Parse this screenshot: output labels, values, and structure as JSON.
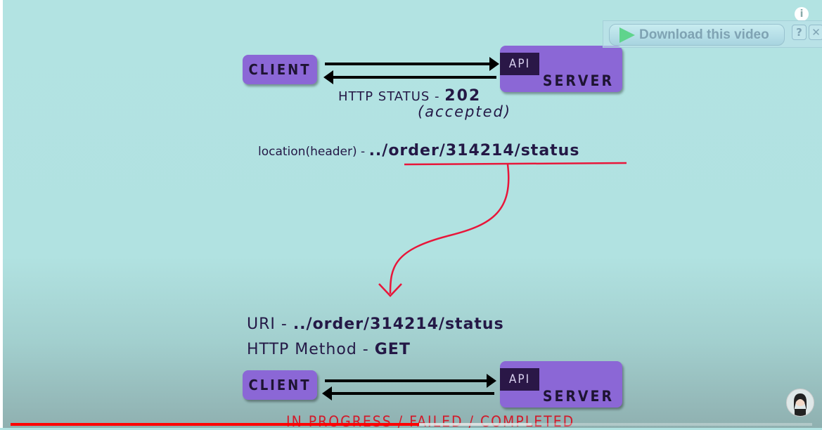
{
  "diagram_top": {
    "client_label": "CLIENT",
    "api_label": "API",
    "server_label": "SERVER",
    "status_prefix": "HTTP STATUS - ",
    "status_code": "202",
    "status_text": "(accepted)",
    "location_prefix": "location(header) - ",
    "location_value": "../order/314214/status"
  },
  "diagram_bottom": {
    "uri_prefix": "URI - ",
    "uri_value": "../order/314214/status",
    "method_prefix": "HTTP Method - ",
    "method_value": "GET",
    "client_label": "CLIENT",
    "api_label": "API",
    "server_label": "SERVER",
    "result_states": "IN PROGRESS / FAILED / COMPLETED"
  },
  "download_overlay": {
    "label": "Download this video",
    "help": "?",
    "close": "✕",
    "info": "i"
  },
  "player": {
    "played_fraction": 0.51,
    "buffered_fraction": 0.65,
    "accent": "#ff0000"
  }
}
